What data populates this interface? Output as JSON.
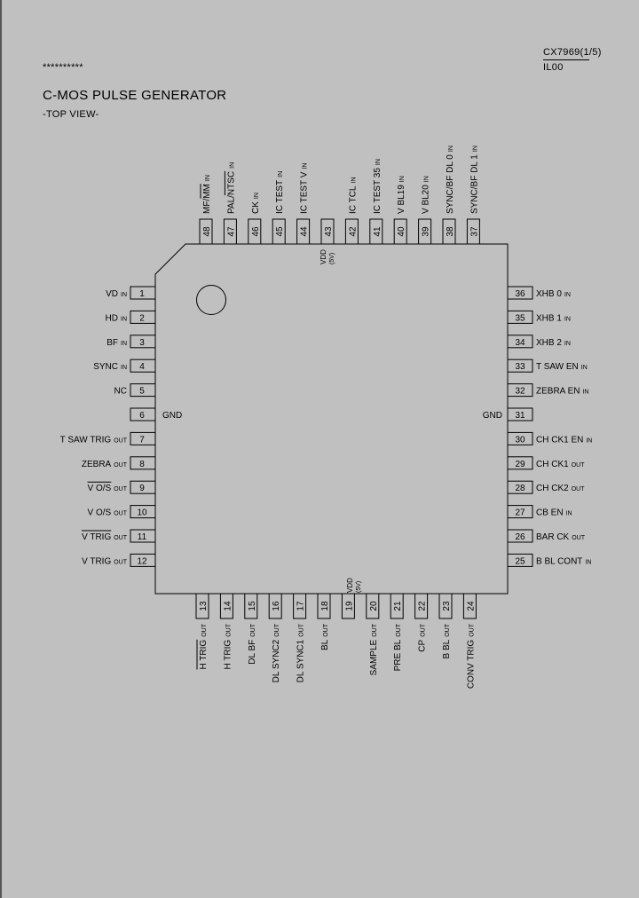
{
  "header": {
    "doc_id": "CX7969(1/5)",
    "rev": "IL00",
    "stars": "**********",
    "title": "C-MOS PULSE GENERATOR",
    "subtitle": "-TOP VIEW-"
  },
  "package": {
    "vdd_top": "VDD",
    "vdd_top_v": "(5V)",
    "vdd_bottom": "VDD",
    "vdd_bottom_v": "(5V)"
  },
  "pins_left": [
    {
      "num": "1",
      "name": "VD",
      "suffix": "IN",
      "over": false
    },
    {
      "num": "2",
      "name": "HD",
      "suffix": "IN",
      "over": false
    },
    {
      "num": "3",
      "name": "BF",
      "suffix": "IN",
      "over": false
    },
    {
      "num": "4",
      "name": "SYNC",
      "suffix": "IN",
      "over": false
    },
    {
      "num": "5",
      "name": "NC",
      "suffix": "",
      "over": false
    },
    {
      "num": "6",
      "name": "GND",
      "suffix": "",
      "over": false,
      "inside": true
    },
    {
      "num": "7",
      "name": "T SAW TRIG",
      "suffix": "OUT",
      "over": false
    },
    {
      "num": "8",
      "name": "ZEBRA",
      "suffix": "OUT",
      "over": false
    },
    {
      "num": "9",
      "name": "V O/S",
      "suffix": "OUT",
      "over": true
    },
    {
      "num": "10",
      "name": "V O/S",
      "suffix": "OUT",
      "over": false
    },
    {
      "num": "11",
      "name": "V TRIG",
      "suffix": "OUT",
      "over": true
    },
    {
      "num": "12",
      "name": "V TRIG",
      "suffix": "OUT",
      "over": false
    }
  ],
  "pins_right": [
    {
      "num": "36",
      "name": "XHB 0",
      "suffix": "IN"
    },
    {
      "num": "35",
      "name": "XHB 1",
      "suffix": "IN"
    },
    {
      "num": "34",
      "name": "XHB 2",
      "suffix": "IN"
    },
    {
      "num": "33",
      "name": "T SAW EN",
      "suffix": "IN"
    },
    {
      "num": "32",
      "name": "ZEBRA EN",
      "suffix": "IN"
    },
    {
      "num": "31",
      "name": "GND",
      "suffix": "",
      "inside": true
    },
    {
      "num": "30",
      "name": "CH CK1 EN",
      "suffix": "IN"
    },
    {
      "num": "29",
      "name": "CH CK1",
      "suffix": "OUT"
    },
    {
      "num": "28",
      "name": "CH CK2",
      "suffix": "OUT"
    },
    {
      "num": "27",
      "name": "CB EN",
      "suffix": "IN"
    },
    {
      "num": "26",
      "name": "BAR CK",
      "suffix": "OUT"
    },
    {
      "num": "25",
      "name": "B BL CONT",
      "suffix": "IN"
    }
  ],
  "pins_top": [
    {
      "num": "48",
      "name": "MF/MM",
      "suffix": "IN"
    },
    {
      "num": "47",
      "name": "PAL/NTSC",
      "suffix": "IN"
    },
    {
      "num": "46",
      "name": "CK",
      "suffix": "IN"
    },
    {
      "num": "45",
      "name": "IC TEST",
      "suffix": "IN"
    },
    {
      "num": "44",
      "name": "IC TEST V",
      "suffix": "IN"
    },
    {
      "num": "43",
      "name": "",
      "suffix": ""
    },
    {
      "num": "42",
      "name": "IC TCL",
      "suffix": "IN"
    },
    {
      "num": "41",
      "name": "IC TEST 35",
      "suffix": "IN"
    },
    {
      "num": "40",
      "name": "V BL19",
      "suffix": "IN"
    },
    {
      "num": "39",
      "name": "V BL20",
      "suffix": "IN"
    },
    {
      "num": "38",
      "name": "SYNC/BF DL 0",
      "suffix": "IN"
    },
    {
      "num": "37",
      "name": "SYNC/BF DL 1",
      "suffix": "IN"
    }
  ],
  "pins_bottom": [
    {
      "num": "13",
      "name": "H TRIG",
      "suffix": "OUT"
    },
    {
      "num": "14",
      "name": "H TRIG",
      "suffix": "OUT"
    },
    {
      "num": "15",
      "name": "DL BF",
      "suffix": "OUT"
    },
    {
      "num": "16",
      "name": "DL SYNC2",
      "suffix": "OUT"
    },
    {
      "num": "17",
      "name": "DL SYNC1",
      "suffix": "OUT"
    },
    {
      "num": "18",
      "name": "BL",
      "suffix": "OUT"
    },
    {
      "num": "19",
      "name": "",
      "suffix": ""
    },
    {
      "num": "20",
      "name": "SAMPLE",
      "suffix": "OUT"
    },
    {
      "num": "21",
      "name": "PRE BL",
      "suffix": "OUT"
    },
    {
      "num": "22",
      "name": "CP",
      "suffix": "OUT"
    },
    {
      "num": "23",
      "name": "B BL",
      "suffix": "OUT"
    },
    {
      "num": "24",
      "name": "CONV TRIG",
      "suffix": "OUT"
    }
  ]
}
